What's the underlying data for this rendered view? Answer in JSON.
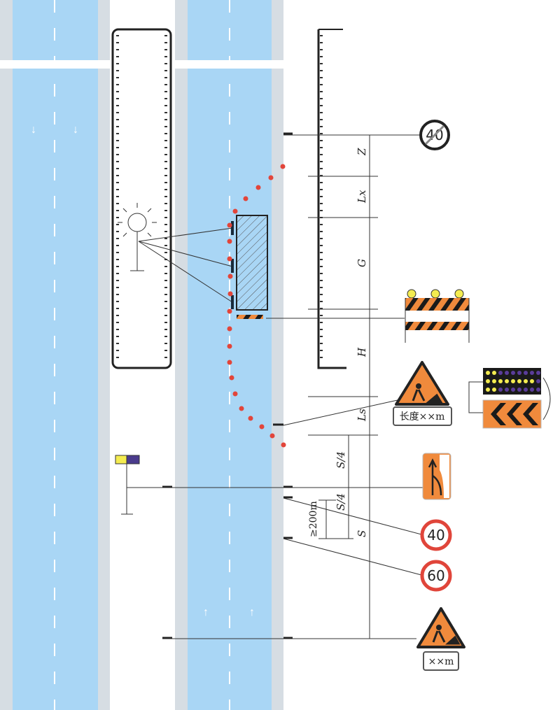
{
  "dimensions": {
    "z": "Z",
    "lx": "Lx",
    "g": "G",
    "h": "H",
    "ls": "Ls",
    "s4a": "S/4",
    "s4b": "S/4",
    "s": "S",
    "min200": "≥200m"
  },
  "signs": {
    "end_limit": "40",
    "limit40": "40",
    "limit60": "60",
    "work_plate_length": "长度××m",
    "work_plate_distance": "××m"
  },
  "colors": {
    "lane": "#a9d6f5",
    "shoulder": "#d6dde3",
    "cone": "#e2453a",
    "sign_orange": "#f08a3c",
    "sign_red": "#e0453a"
  }
}
